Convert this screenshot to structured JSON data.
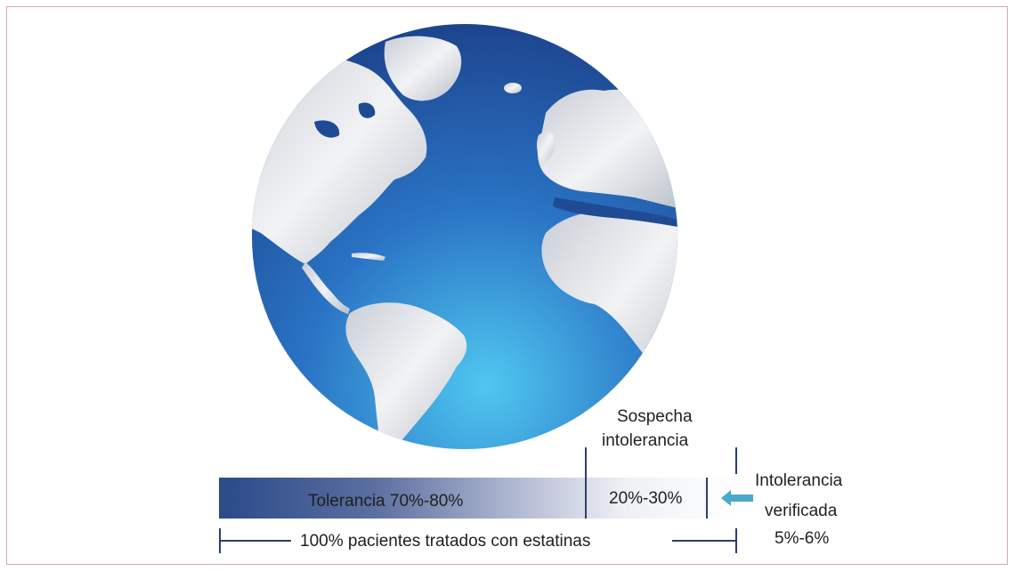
{
  "labels": {
    "sospecha_line1": "Sospecha",
    "sospecha_line2": "intolerancia",
    "tolerancia": "Tolerancia 70%-80%",
    "sospecha_pct": "20%-30%",
    "verificada_line1": "Intolerancia",
    "verificada_line2": "verificada",
    "verificada_pct": "5%-6%",
    "total": "100% pacientes tratados con estatinas"
  },
  "segments": [
    {
      "name": "Tolerancia",
      "range_pct": [
        70,
        80
      ]
    },
    {
      "name": "Sospecha intolerancia",
      "range_pct": [
        20,
        30
      ]
    },
    {
      "name": "Intolerancia verificada",
      "range_pct": [
        5,
        6
      ]
    }
  ],
  "colors": {
    "ocean_dark": "#1c3f86",
    "ocean_light": "#4fc3ee",
    "land": "#dfe3e8",
    "bar_dark": "#2a4a8a",
    "arrow": "#4aa8c8",
    "frame": "#d8a7b3"
  },
  "icons": {
    "globe": "globe-icon",
    "arrow": "arrow-left-icon"
  }
}
